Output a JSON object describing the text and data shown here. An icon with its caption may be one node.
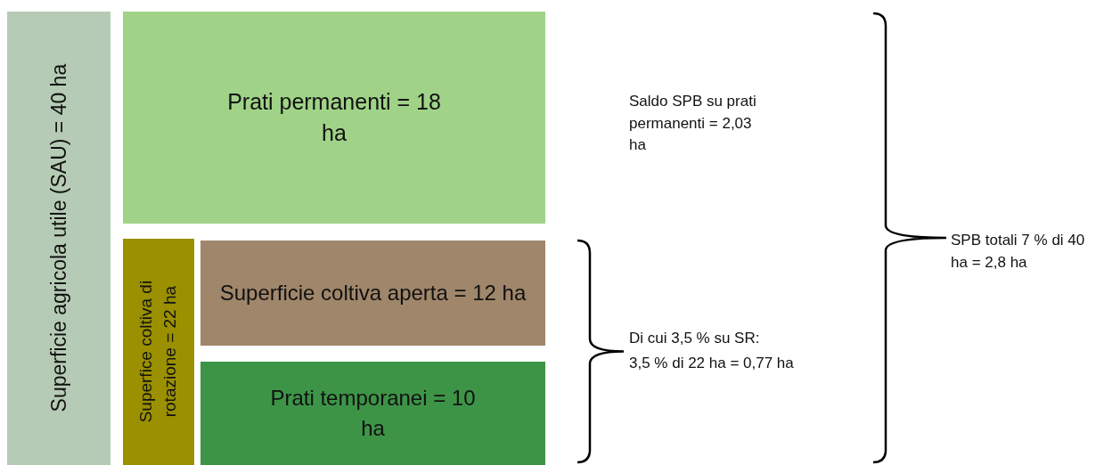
{
  "diagram": {
    "nodes": [
      {
        "text": [
          "Superficie agricola utile (SAU) = 40 ha"
        ]
      },
      {
        "text": [
          "Prati permanenti = 18 ha"
        ]
      },
      {
        "text": [
          "Superfice coltiva di rotazione = 22 ha"
        ]
      },
      {
        "text": [
          "Superficie coltiva aperta = 12 ha"
        ]
      },
      {
        "text": [
          "Prati temporanei = 10 ha"
        ]
      }
    ],
    "edges": [],
    "labels": [
      "Saldo SPB su prati permanenti = 2,03 ha",
      "Di cui 3,5 % su SR:",
      "3,5 % di 22 ha = 0,77 ha",
      "SPB totali 7 % di 40 ha = 2,8 ha"
    ]
  }
}
